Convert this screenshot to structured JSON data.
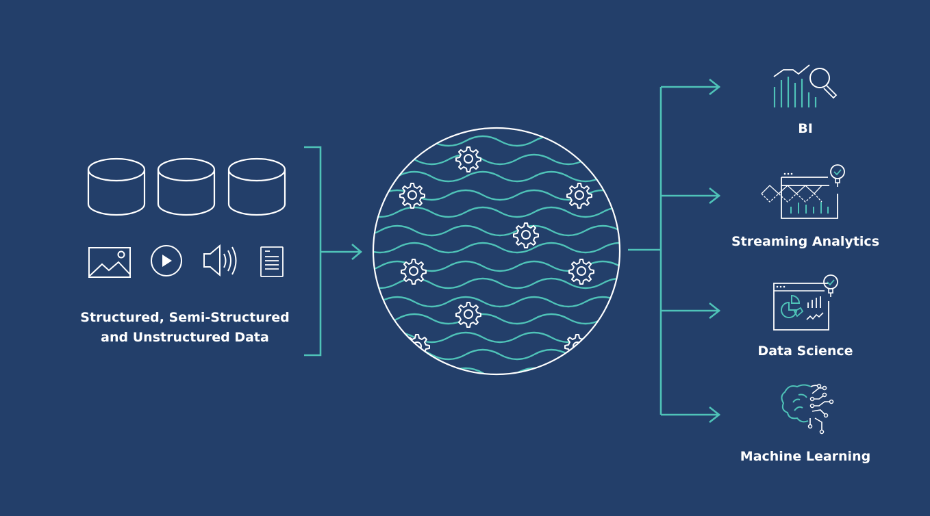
{
  "diagram": {
    "colors": {
      "background": "#233f6a",
      "accent": "#4fc3b8",
      "stroke": "#ffffff"
    },
    "sources": {
      "label_line1": "Structured, Semi-Structured",
      "label_line2": "and Unstructured Data",
      "icons": [
        "database-icon",
        "database-icon",
        "database-icon",
        "image-icon",
        "play-icon",
        "speaker-icon",
        "document-icon"
      ]
    },
    "center": {
      "name": "data-lake",
      "icons": [
        "waves",
        "gear-icon"
      ]
    },
    "outputs": [
      {
        "label": "BI",
        "icon": "bi-chart-magnifier-icon"
      },
      {
        "label": "Streaming Analytics",
        "icon": "streaming-dashboard-icon"
      },
      {
        "label": "Data Science",
        "icon": "data-science-dashboard-icon"
      },
      {
        "label": "Machine Learning",
        "icon": "brain-circuit-icon"
      }
    ]
  }
}
